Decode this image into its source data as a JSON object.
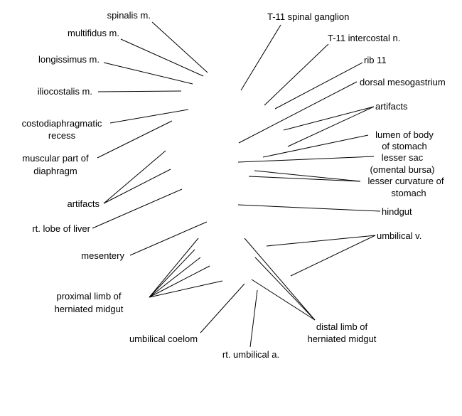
{
  "labels": {
    "spinalis": "spinalis m.",
    "multifidus": "multifidus m.",
    "longissimus": "longissimus m.",
    "iliocostalis": "iliocostalis m.",
    "costodiaphragmatic_1": "costodiaphragmatic",
    "costodiaphragmatic_2": "recess",
    "muscular_1": "muscular part of",
    "muscular_2": "diaphragm",
    "artifacts_left": "artifacts",
    "liver": "rt. lobe of liver",
    "mesentery": "mesentery",
    "proximal_1": "proximal limb of",
    "proximal_2": "herniated midgut",
    "coelom": "umbilical coelom",
    "umbilical_a": "rt. umbilical a.",
    "distal_1": "distal limb of",
    "distal_2": "herniated midgut",
    "umbilical_v": "umbilical v.",
    "hindgut": "hindgut",
    "ganglion": "T-11 spinal ganglion",
    "intercostal": "T-11 intercostal n.",
    "rib": "rib 11",
    "mesogastrium": "dorsal mesogastrium",
    "artifacts_right": "artifacts",
    "lumen_1": "lumen of body",
    "lumen_2": "of stomach",
    "lesser_sac_1": "lesser sac",
    "lesser_sac_2": "(omental bursa)",
    "curvature_1": "lesser curvature of",
    "curvature_2": "stomach"
  }
}
